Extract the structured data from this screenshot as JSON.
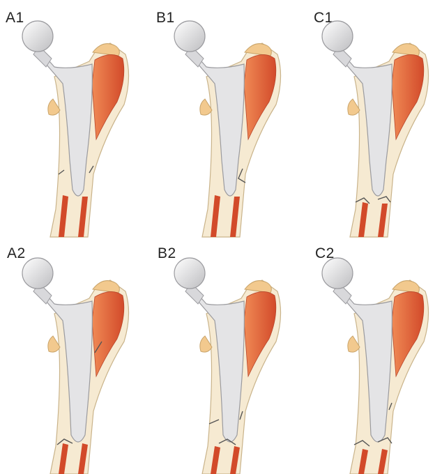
{
  "panels": [
    {
      "label": "A1",
      "fracture": "proximal-short-split",
      "stem_tip": "above-fracture"
    },
    {
      "label": "B1",
      "fracture": "around-stem-tip",
      "stem_tip": "at-fracture"
    },
    {
      "label": "C1",
      "fracture": "below-stem-tip",
      "stem_tip": "above-fracture"
    },
    {
      "label": "A2",
      "fracture": "proximal-short-split",
      "stem_tip": "above-fracture"
    },
    {
      "label": "B2",
      "fracture": "around-stem-tip",
      "stem_tip": "at-fracture"
    },
    {
      "label": "C2",
      "fracture": "below-stem-tip",
      "stem_tip": "above-fracture"
    }
  ],
  "colors": {
    "bone_cortex": "#f6ead2",
    "bone_outline": "#c9b38a",
    "marrow": "#d24a2a",
    "marrow_light": "#f08a55",
    "implant": "#e4e4e6",
    "implant_shade": "#b9b9bd",
    "trochanter": "#f2c98e"
  }
}
